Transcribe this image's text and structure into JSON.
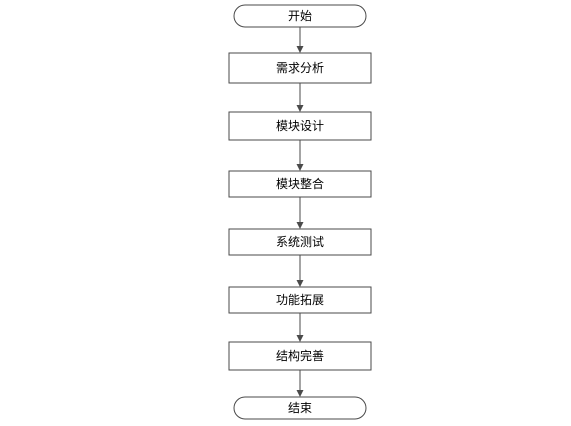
{
  "flowchart": {
    "nodes": [
      {
        "id": "start",
        "label": "开始",
        "shape": "terminal"
      },
      {
        "id": "requirements-analysis",
        "label": "需求分析",
        "shape": "process"
      },
      {
        "id": "module-design",
        "label": "模块设计",
        "shape": "process"
      },
      {
        "id": "module-integration",
        "label": "模块整合",
        "shape": "process"
      },
      {
        "id": "system-testing",
        "label": "系统测试",
        "shape": "process"
      },
      {
        "id": "feature-extension",
        "label": "功能拓展",
        "shape": "process"
      },
      {
        "id": "structure-refinement",
        "label": "结构完善",
        "shape": "process"
      },
      {
        "id": "end",
        "label": "结束",
        "shape": "terminal"
      }
    ],
    "edges": [
      {
        "from": "start",
        "to": "requirements-analysis"
      },
      {
        "from": "requirements-analysis",
        "to": "module-design"
      },
      {
        "from": "module-design",
        "to": "module-integration"
      },
      {
        "from": "module-integration",
        "to": "system-testing"
      },
      {
        "from": "system-testing",
        "to": "feature-extension"
      },
      {
        "from": "feature-extension",
        "to": "structure-refinement"
      },
      {
        "from": "structure-refinement",
        "to": "end"
      }
    ]
  }
}
